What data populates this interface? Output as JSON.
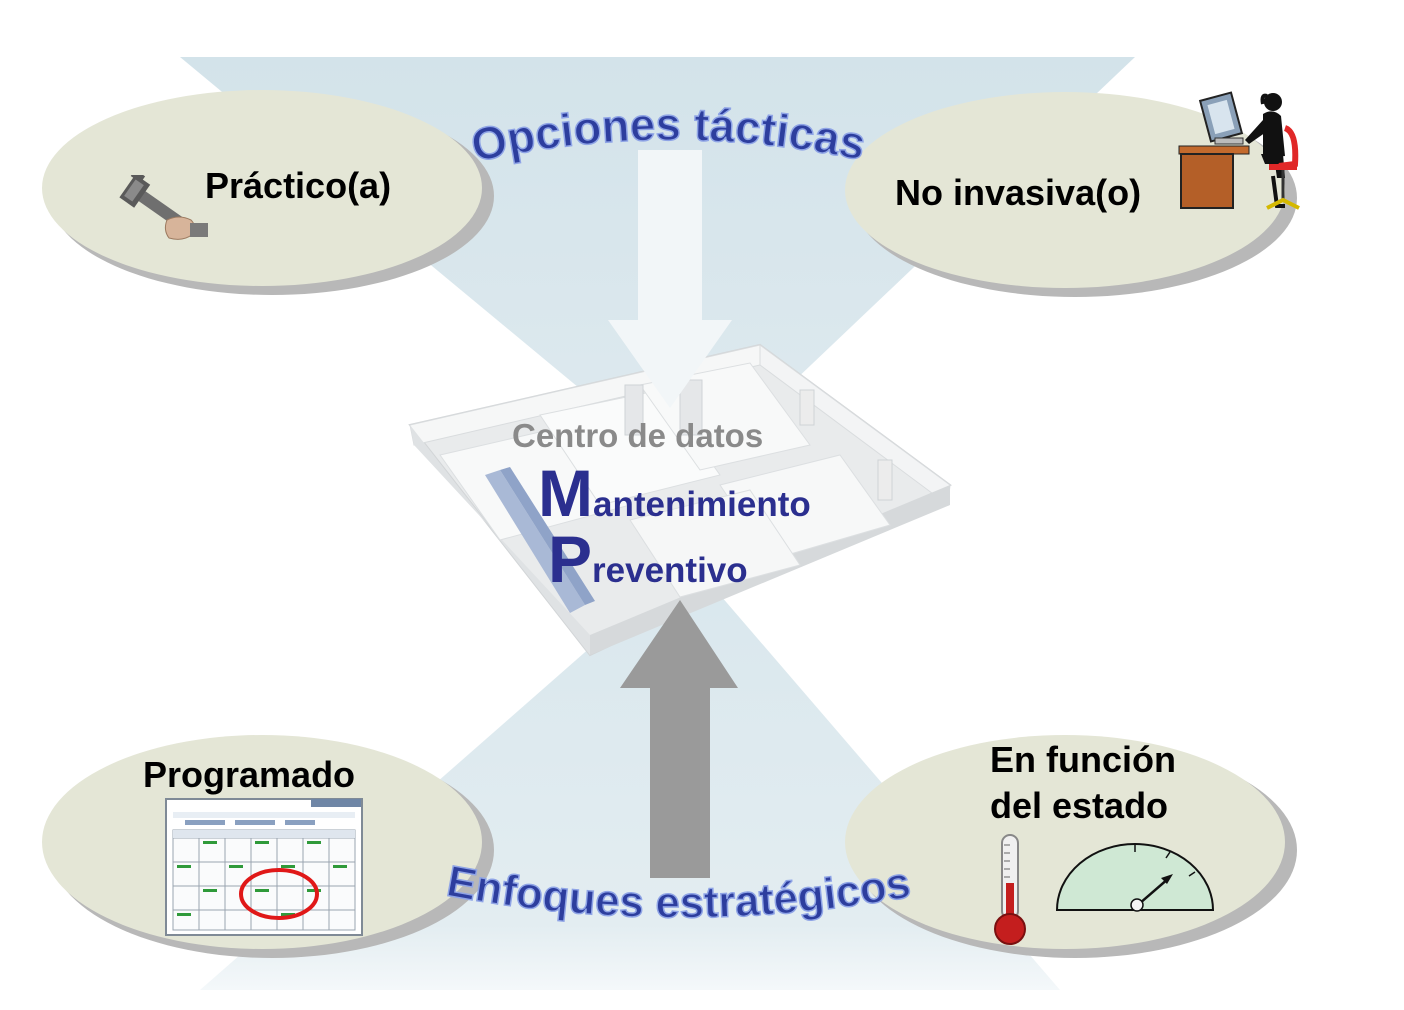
{
  "title_top": "Opciones tácticas",
  "title_bottom": "Enfoques estratégicos",
  "center": {
    "caption": "Centro de datos",
    "line1_initial": "M",
    "line1_rest": "antenimiento",
    "line2_initial": "P",
    "line2_rest": "reventivo"
  },
  "nodes": {
    "top_left": "Práctico(a)",
    "top_right": "No invasiva(o)",
    "bottom_left": "Programado",
    "bottom_right_line1": "En función",
    "bottom_right_line2": "del estado"
  },
  "icons": {
    "top_left": "wrench-hand-icon",
    "top_right": "person-at-computer-icon",
    "bottom_left": "calendar-screenshot-icon",
    "bottom_right_a": "thermometer-icon",
    "bottom_right_b": "gauge-icon"
  },
  "colors": {
    "funnel": "#d6e5ec",
    "ellipse": "#e4e6d6",
    "arrow_top": "#f2f6f8",
    "arrow_bottom": "#9a9a9a",
    "title_blue": "#2d3e9e",
    "center_blue": "#2b2f8f",
    "caption_grey": "#8a8a8a"
  }
}
